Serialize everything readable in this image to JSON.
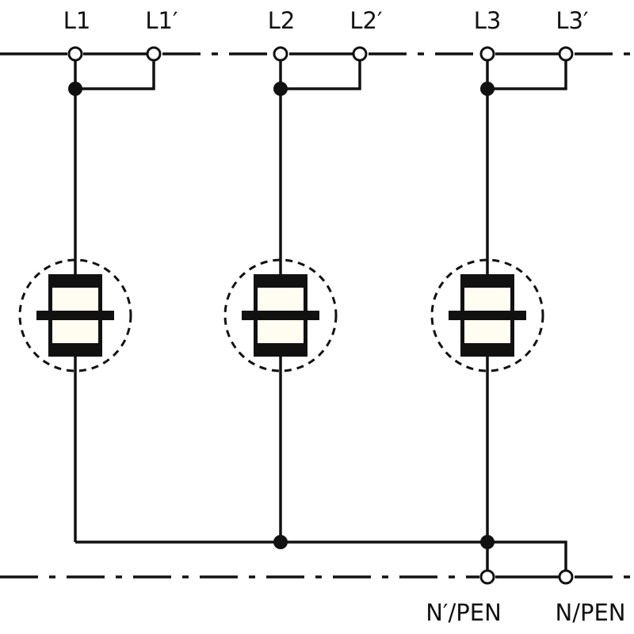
{
  "terminals": {
    "top": [
      "L1",
      "L1′",
      "L2",
      "L2′",
      "L3",
      "L3′"
    ],
    "bottom": [
      "N′/PEN",
      "N/PEN"
    ]
  },
  "components": [
    "surge-protective-device",
    "surge-protective-device",
    "surge-protective-device"
  ],
  "colors": {
    "line": "#111111",
    "background": "#ffffff",
    "component_fill": "#fffdf2"
  }
}
